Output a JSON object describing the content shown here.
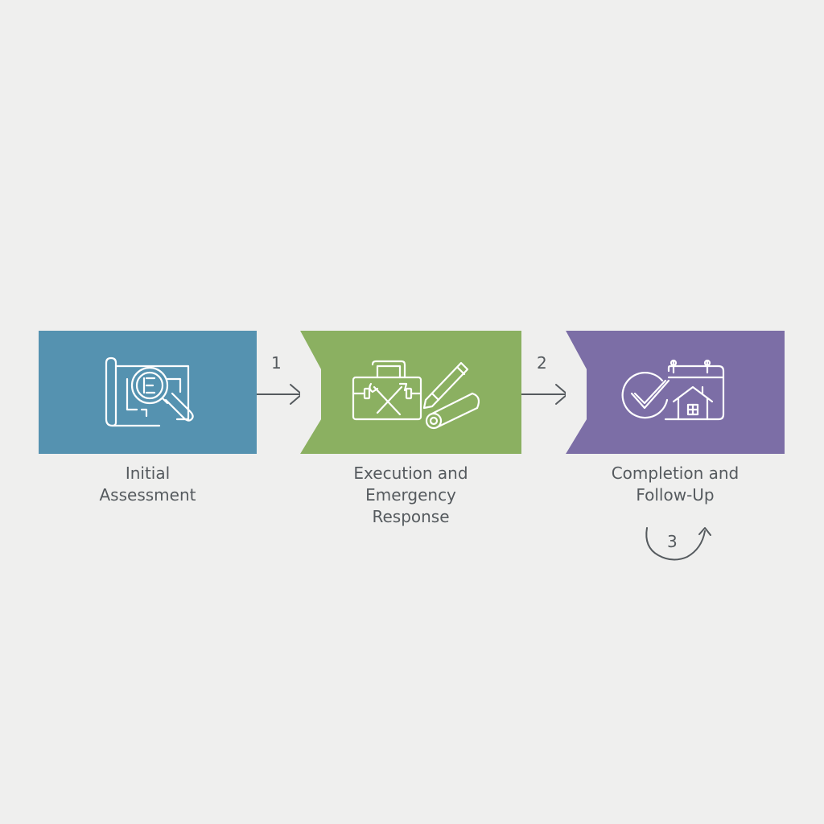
{
  "colors": {
    "background": "#efefee",
    "step_1": "#5592b0",
    "step_2": "#8bb061",
    "step_3": "#7c6ea6",
    "icon_stroke": "#ffffff",
    "text": "#555a5e",
    "arrow": "#555a5e"
  },
  "steps": [
    {
      "number": "1",
      "label_lines": [
        "Initial",
        "Assessment"
      ],
      "icon": "blueprint-magnifier-icon"
    },
    {
      "number": "2",
      "label_lines": [
        "Execution and",
        "Emergency",
        "Response"
      ],
      "icon": "toolbox-and-tools-icon"
    },
    {
      "number": "3",
      "label_lines": [
        "Completion and",
        "Follow-Up"
      ],
      "icon": "checkmark-calendar-house-icon"
    }
  ]
}
